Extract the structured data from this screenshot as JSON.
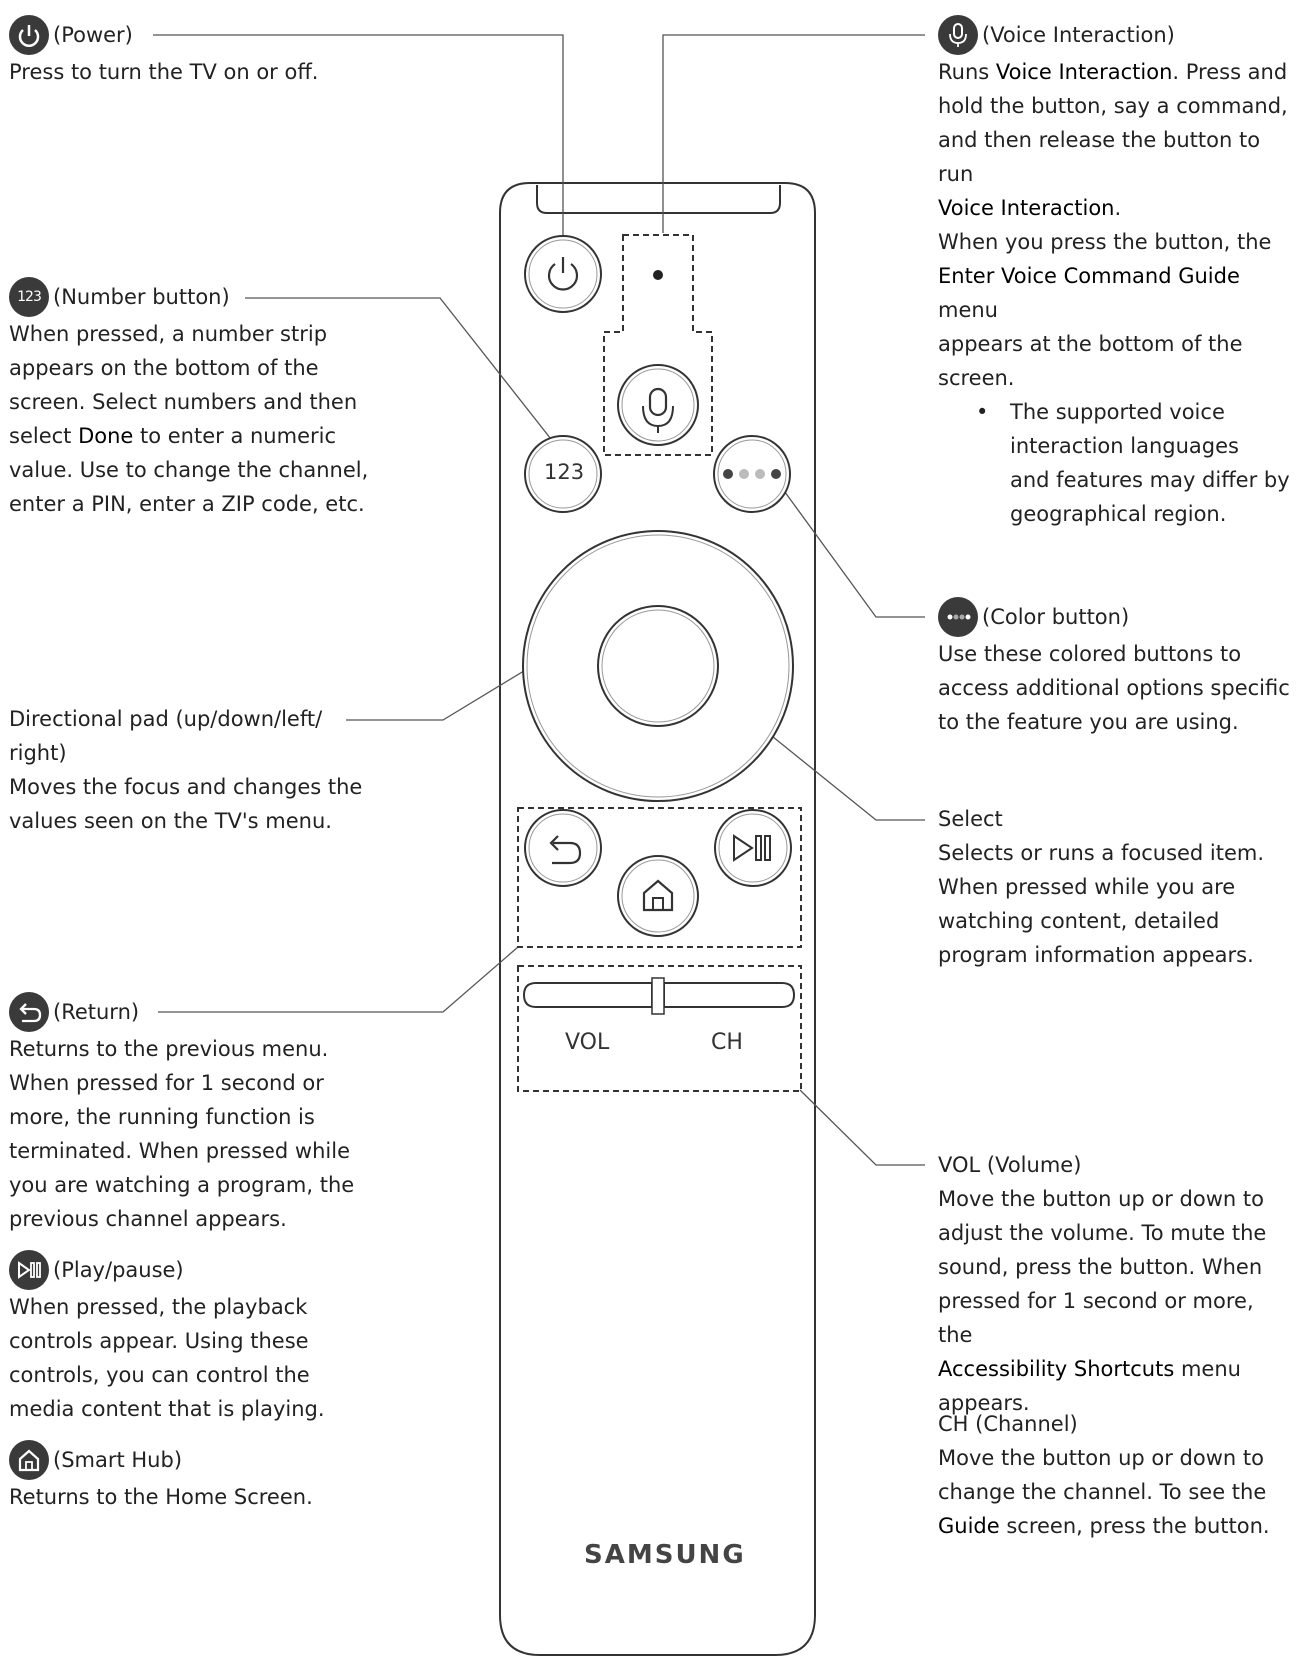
{
  "power": {
    "title": "(Power)",
    "desc": "Press to turn the TV on or off."
  },
  "number": {
    "icon_text": "123",
    "title": "(Number button)",
    "desc_lines": [
      "When pressed, a number strip",
      "appears on the bottom of the",
      "screen. Select numbers and then"
    ],
    "line4_pre": "select ",
    "line4_bold": "Done",
    "line4_post": " to enter a numeric",
    "desc_lines2": [
      "value. Use to change the channel,",
      "enter a PIN, enter a ZIP code, etc."
    ]
  },
  "dpad": {
    "title1": "Directional pad (up/down/left/",
    "title2": "right)",
    "desc_lines": [
      "Moves the focus and changes the",
      "values seen on the TV's menu."
    ]
  },
  "return": {
    "title": "(Return)",
    "desc_lines": [
      "Returns to the previous menu.",
      "When pressed for 1 second or",
      "more, the running function is",
      "terminated. When pressed while",
      "you are watching a program, the",
      "previous channel appears."
    ]
  },
  "playpause": {
    "title": "(Play/pause)",
    "desc_lines": [
      "When pressed, the playback",
      "controls appear. Using these",
      "controls, you can control the",
      "media content that is playing."
    ]
  },
  "smarthub": {
    "title": "(Smart Hub)",
    "desc": "Returns to the Home Screen."
  },
  "voice": {
    "title": "(Voice Interaction)",
    "l1_pre": "Runs ",
    "l1_bold": "Voice Interaction",
    "l1_post": ". Press and",
    "l2": "hold the button, say a command,",
    "l3": "and then release the button to run",
    "l4_bold": "Voice Interaction",
    "l4_post": ".",
    "l5": "When you press the button, the",
    "l6_bold": "Enter Voice Command Guide",
    "l6_post": " menu",
    "l7": "appears at the bottom of the",
    "l8": "screen.",
    "bullet_lines": [
      "The supported voice",
      "interaction languages",
      "and features may differ by",
      "geographical region."
    ]
  },
  "color": {
    "title": "(Color button)",
    "desc_lines": [
      "Use these colored buttons to",
      "access additional options specific",
      "to the feature you are using."
    ]
  },
  "select": {
    "title": "Select",
    "desc_lines": [
      "Selects or runs a focused item.",
      "When pressed while you are",
      "watching content, detailed",
      "program information appears."
    ]
  },
  "vol": {
    "title": "VOL (Volume)",
    "desc_lines": [
      "Move the button up or down to",
      "adjust the volume. To mute the",
      "sound, press the button. When",
      "pressed for 1 second or more, the"
    ],
    "l5_bold": "Accessibility Shortcuts",
    "l5_post": " menu",
    "l6": "appears."
  },
  "ch": {
    "title": "CH (Channel)",
    "desc_lines": [
      "Move the button up or down to",
      "change the channel. To see the"
    ],
    "l3_bold": "Guide",
    "l3_post": " screen, press the button."
  },
  "remote": {
    "number_label": "123",
    "vol_label": "VOL",
    "ch_label": "CH",
    "brand": "SAMSUNG"
  }
}
